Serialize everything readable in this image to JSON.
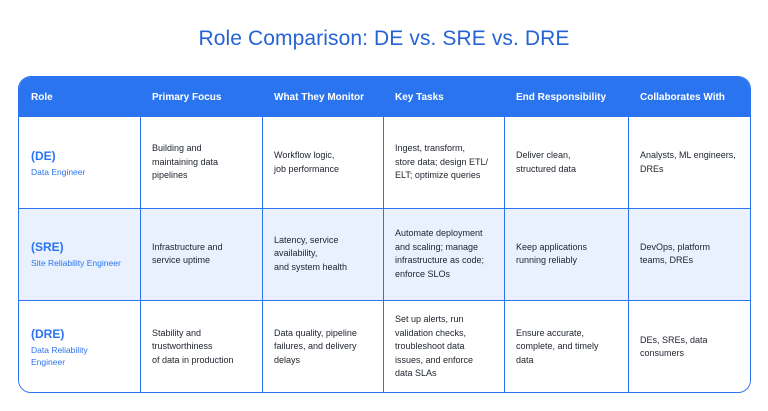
{
  "title": "Role Comparison: DE vs. SRE vs. DRE",
  "colors": {
    "accent": "#2b74f0",
    "title": "#2563d6",
    "alt_row": "#e9f1ff"
  },
  "headers": [
    "Role",
    "Primary Focus",
    "What They Monitor",
    "Key Tasks",
    "End Responsibility",
    "Collaborates With"
  ],
  "rows": [
    {
      "abbr": "(DE)",
      "name": "Data Engineer",
      "focus": "Building and\nmaintaining data\npipelines",
      "monitor": "Workflow logic,\njob performance",
      "tasks": "Ingest, transform,\nstore data; design ETL/\nELT; optimize queries",
      "responsibility": "Deliver clean,\nstructured data",
      "collab": "Analysts, ML engineers,\nDREs"
    },
    {
      "abbr": "(SRE)",
      "name": "Site Reliability Engineer",
      "focus": "Infrastructure and\nservice uptime",
      "monitor": "Latency, service\navailability,\nand system health",
      "tasks": "Automate deployment\nand scaling; manage\ninfrastructure as code;\nenforce SLOs",
      "responsibility": "Keep applications\nrunning reliably",
      "collab": "DevOps, platform\nteams, DREs"
    },
    {
      "abbr": "(DRE)",
      "name": "Data Reliability\nEngineer",
      "focus": "Stability and\ntrustworthiness\nof data in production",
      "monitor": "Data quality, pipeline\nfailures, and delivery\ndelays",
      "tasks": "Set up alerts, run\nvalidation checks,\ntroubleshoot data\nissues, and enforce\ndata SLAs",
      "responsibility": "Ensure accurate,\ncomplete, and timely\ndata",
      "collab": "DEs, SREs, data\nconsumers"
    }
  ]
}
